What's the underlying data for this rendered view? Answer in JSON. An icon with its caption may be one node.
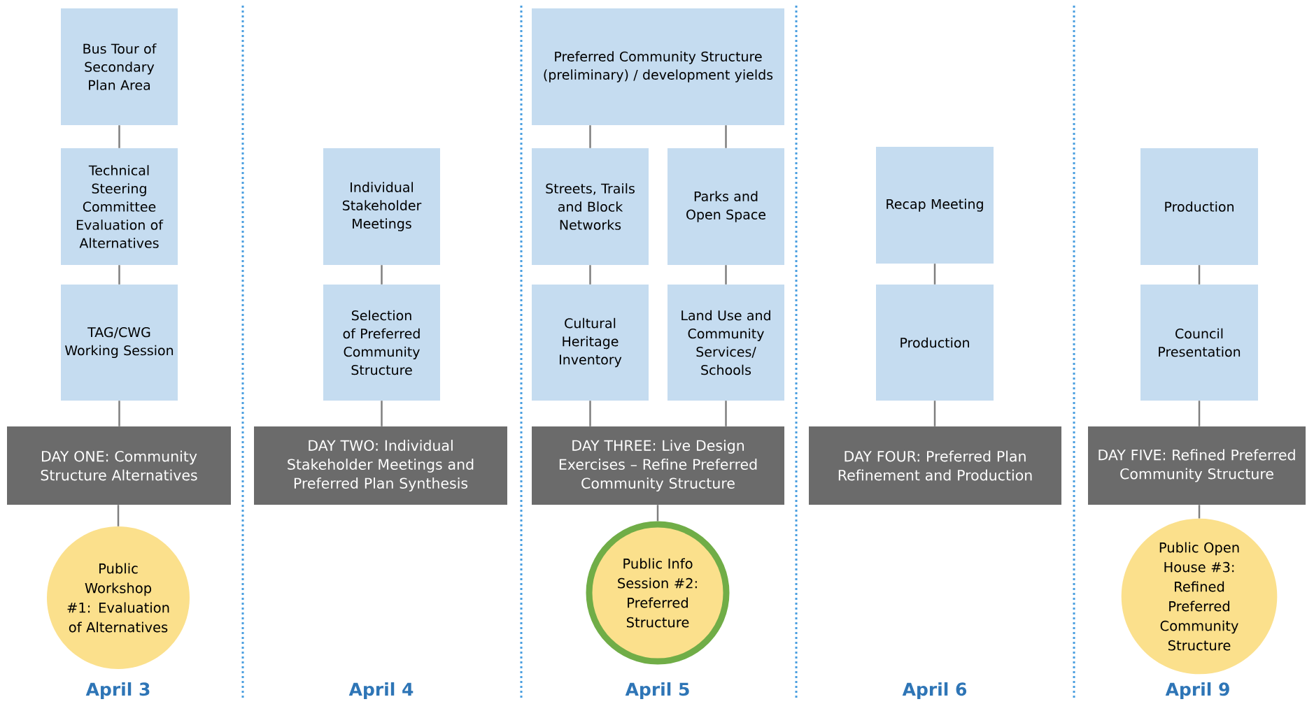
{
  "diagram": {
    "nodes": [
      {
        "text": [
          "Bus Tour of Secondary Plan Area"
        ]
      },
      {
        "text": [
          "Technical Steering Committee Evaluation of Alternatives"
        ]
      },
      {
        "text": [
          "TAG/CWG Working Session"
        ]
      },
      {
        "text": [
          "DAY ONE: Community Structure Alternatives"
        ]
      },
      {
        "text": [
          "Public Workshop #1: Evaluation of Alternatives"
        ]
      },
      {
        "text": [
          "Individual Stakeholder Meetings"
        ]
      },
      {
        "text": [
          "Selection of Preferred Community Structure"
        ]
      },
      {
        "text": [
          "DAY TWO: Individual Stakeholder Meetings and Preferred Plan Synthesis"
        ]
      },
      {
        "text": [
          "Preferred Community Structure (preliminary) / development yields"
        ]
      },
      {
        "text": [
          "Streets, Trails and Block Networks"
        ]
      },
      {
        "text": [
          "Parks and Open Space"
        ]
      },
      {
        "text": [
          "Cultural Heritage Inventory"
        ]
      },
      {
        "text": [
          "Land Use and Community Services/ Schools"
        ]
      },
      {
        "text": [
          "DAY THREE: Live Design Exercises – Refine Preferred Community Structure"
        ]
      },
      {
        "text": [
          "Public Info Session #2: Preferred Structure"
        ]
      },
      {
        "text": [
          "Recap Meeting"
        ]
      },
      {
        "text": [
          "Production"
        ]
      },
      {
        "text": [
          "DAY FOUR: Preferred Plan Refinement and Production"
        ]
      },
      {
        "text": [
          "Production"
        ]
      },
      {
        "text": [
          "Council Presentation"
        ]
      },
      {
        "text": [
          "DAY FIVE: Refined Preferred Community Structure"
        ]
      },
      {
        "text": [
          "Public Open House #3: Refined Preferred Community Structure"
        ]
      }
    ],
    "edges": [
      {
        "from": 0,
        "to": 1,
        "arrow": "none"
      },
      {
        "from": 1,
        "to": 2,
        "arrow": "none"
      },
      {
        "from": 2,
        "to": 3,
        "arrow": "none"
      },
      {
        "from": 3,
        "to": 4,
        "arrow": "none"
      },
      {
        "from": 5,
        "to": 6,
        "arrow": "none"
      },
      {
        "from": 6,
        "to": 7,
        "arrow": "none"
      },
      {
        "from": 8,
        "to": 9,
        "arrow": "none"
      },
      {
        "from": 8,
        "to": 10,
        "arrow": "none"
      },
      {
        "from": 9,
        "to": 11,
        "arrow": "none"
      },
      {
        "from": 10,
        "to": 12,
        "arrow": "none"
      },
      {
        "from": 11,
        "to": 13,
        "arrow": "none"
      },
      {
        "from": 12,
        "to": 13,
        "arrow": "none"
      },
      {
        "from": 13,
        "to": 14,
        "arrow": "none"
      },
      {
        "from": 15,
        "to": 16,
        "arrow": "none"
      },
      {
        "from": 16,
        "to": 17,
        "arrow": "none"
      },
      {
        "from": 18,
        "to": 19,
        "arrow": "none"
      },
      {
        "from": 19,
        "to": 20,
        "arrow": "none"
      },
      {
        "from": 20,
        "to": 21,
        "arrow": "none"
      }
    ],
    "labels": [
      "April 3",
      "April 4",
      "April 5",
      "April 6",
      "April 9"
    ]
  }
}
